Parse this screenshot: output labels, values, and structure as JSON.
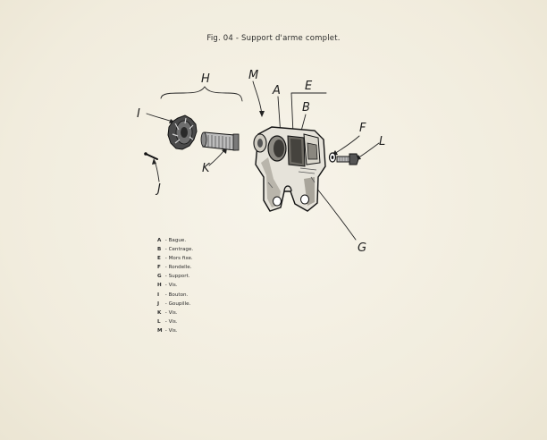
{
  "figure": {
    "title": "Fig. 04 - Support d'arme complet."
  },
  "callouts": [
    {
      "key": "h",
      "letter": "H"
    },
    {
      "key": "m",
      "letter": "M"
    },
    {
      "key": "a",
      "letter": "A"
    },
    {
      "key": "e",
      "letter": "E"
    },
    {
      "key": "b",
      "letter": "B"
    },
    {
      "key": "i",
      "letter": "I"
    },
    {
      "key": "f",
      "letter": "F"
    },
    {
      "key": "l",
      "letter": "L"
    },
    {
      "key": "k",
      "letter": "K"
    },
    {
      "key": "j",
      "letter": "J"
    },
    {
      "key": "g",
      "letter": "G"
    }
  ],
  "legend": [
    {
      "letter": "A",
      "text": " - Bague."
    },
    {
      "letter": "B",
      "text": " - Centrage."
    },
    {
      "letter": "E",
      "text": " - Mors fixe."
    },
    {
      "letter": "F",
      "text": " - Rondelle."
    },
    {
      "letter": "G",
      "text": " - Support."
    },
    {
      "letter": "H",
      "text": " - Vis."
    },
    {
      "letter": "I",
      "text": " - Bouton."
    },
    {
      "letter": "J",
      "text": " - Goupille."
    },
    {
      "letter": "K",
      "text": " - Vis."
    },
    {
      "letter": "L",
      "text": " - Vis."
    },
    {
      "letter": "M",
      "text": " - Vis."
    }
  ]
}
